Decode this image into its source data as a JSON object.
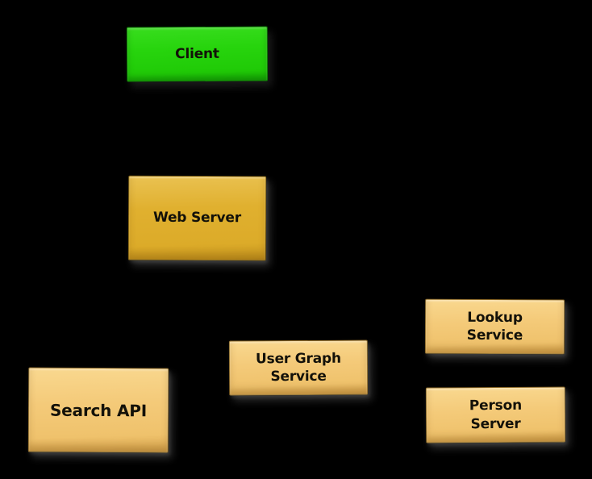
{
  "diagram": {
    "background_color": "#000000",
    "label_text_color": "#131109",
    "colors": {
      "client_fill": "#27d40d",
      "web_server_fill": "#e0b02f",
      "service_fill": "#f4ca79"
    },
    "nodes": [
      {
        "id": "client",
        "label": "Client",
        "fill": "#27d40d"
      },
      {
        "id": "web-server",
        "label": "Web Server",
        "fill": "#e0b02f"
      },
      {
        "id": "search-api",
        "label": "Search API",
        "fill": "#f4ca79"
      },
      {
        "id": "user-graph-service",
        "label": "User Graph\nService",
        "fill": "#f4ca79"
      },
      {
        "id": "lookup-service",
        "label": "Lookup\nService",
        "fill": "#f4ca79"
      },
      {
        "id": "person-server",
        "label": "Person\nServer",
        "fill": "#f4ca79"
      }
    ]
  }
}
